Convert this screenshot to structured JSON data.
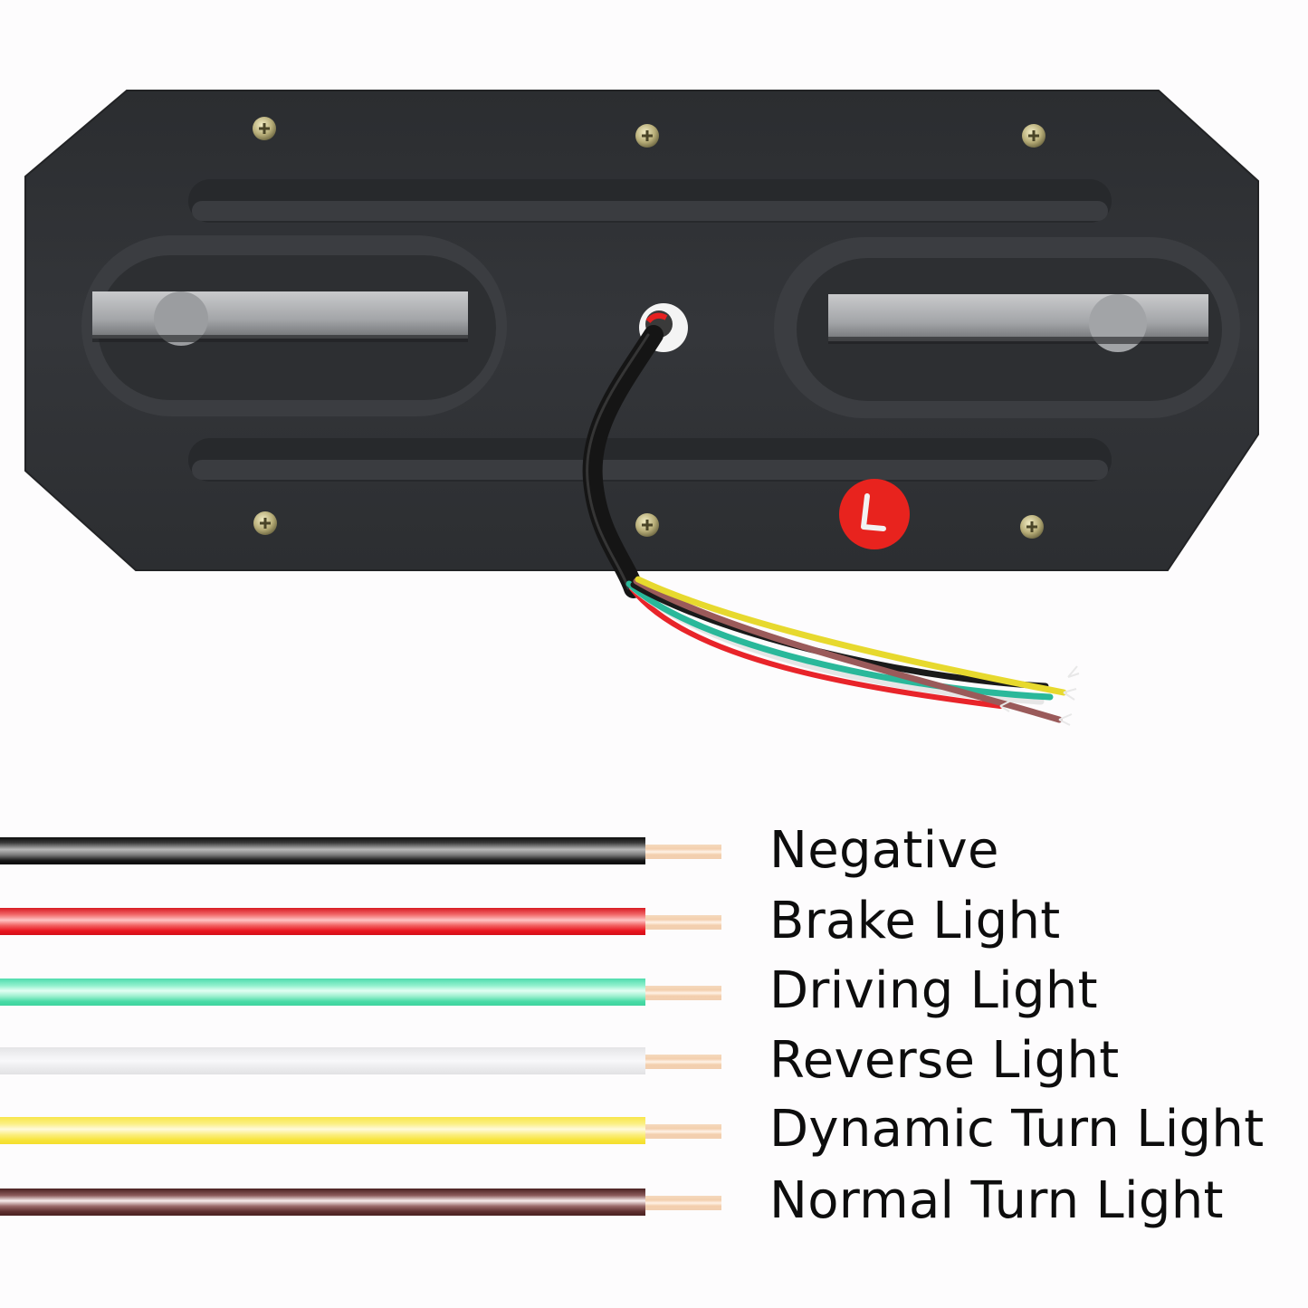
{
  "product": {
    "name": "LED trailer tail light back panel",
    "side_badge": {
      "label": "L",
      "color": "#e8231e",
      "text_color": "#f2f2f2"
    },
    "panel_color": "#2e3033"
  },
  "legend": {
    "items": [
      {
        "label": "Negative",
        "wire_color": "black",
        "hex": "#1a1a1a",
        "highlight": "#b8b8b8"
      },
      {
        "label": "Brake Light",
        "wire_color": "red",
        "hex": "#e8141e",
        "highlight": "#ffb4b4"
      },
      {
        "label": "Driving Light",
        "wire_color": "green",
        "hex": "#3fdca8",
        "highlight": "#d8fff0"
      },
      {
        "label": "Reverse Light",
        "wire_color": "white",
        "hex": "#e6e6e8",
        "highlight": "#fafafa"
      },
      {
        "label": "Dynamic Turn Light",
        "wire_color": "yellow",
        "hex": "#f7e63a",
        "highlight": "#fff8c8"
      },
      {
        "label": "Normal Turn Light",
        "wire_color": "brown",
        "hex": "#5e2f2f",
        "highlight": "#f4e4e4"
      }
    ]
  }
}
